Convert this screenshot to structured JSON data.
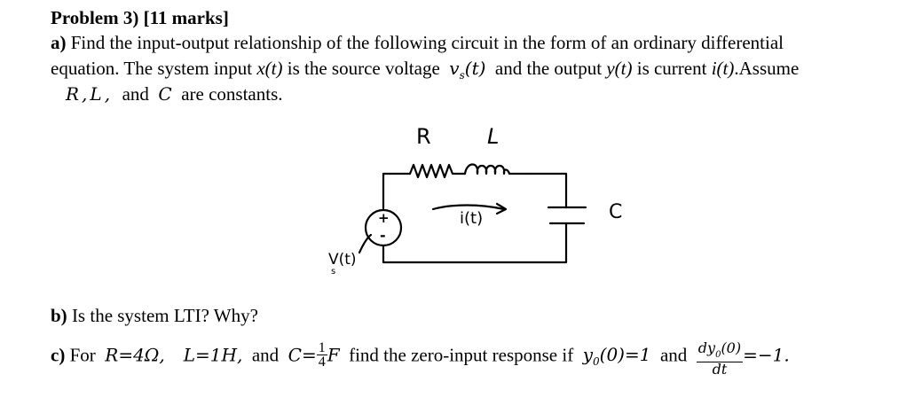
{
  "problem": {
    "heading": "Problem 3) [11 marks]",
    "part_a": {
      "label": "a)",
      "line1": "Find the input-output relationship of the following circuit in the form of an ordinary differential",
      "line2_pre": "equation. The system input",
      "input_sym": "x(t)",
      "line2_mid": "is the source voltage",
      "vs_v": "v",
      "vs_sub": "s",
      "vs_t": "(t)",
      "line2_mid2": "and the output",
      "output_sym": "y(t)",
      "line2_mid3": "is current",
      "current_sym": "i(t)",
      "line2_end": ".Assume",
      "constants": "R,L,",
      "and_word": "and",
      "c_sym": "C",
      "line3_end": "are constants."
    },
    "circuit": {
      "label_R": "R",
      "label_L": "L",
      "label_C": "C",
      "label_i": "i(t)",
      "label_vs": "V(t)",
      "label_vs_sub": "s",
      "plus": "+",
      "minus": "-"
    },
    "part_b": {
      "label": "b)",
      "text": "Is the system LTI? Why?"
    },
    "part_c": {
      "label": "c)",
      "for_word": "For",
      "r_value": "R=4Ω,",
      "l_value": "L=1H,",
      "and_word": "and",
      "c_pre": "C=",
      "c_num": "1",
      "c_den": "4",
      "c_unit": "F",
      "find_text": "find the zero-input response if",
      "y0_y": "y",
      "y0_sub": "0",
      "y0_rest": "(0)=1",
      "and_word2": "and",
      "deriv_num_pre": "dy",
      "deriv_num_sub": "0",
      "deriv_num_post": "(0)",
      "deriv_den": "dt",
      "deriv_value": "=−1."
    }
  }
}
